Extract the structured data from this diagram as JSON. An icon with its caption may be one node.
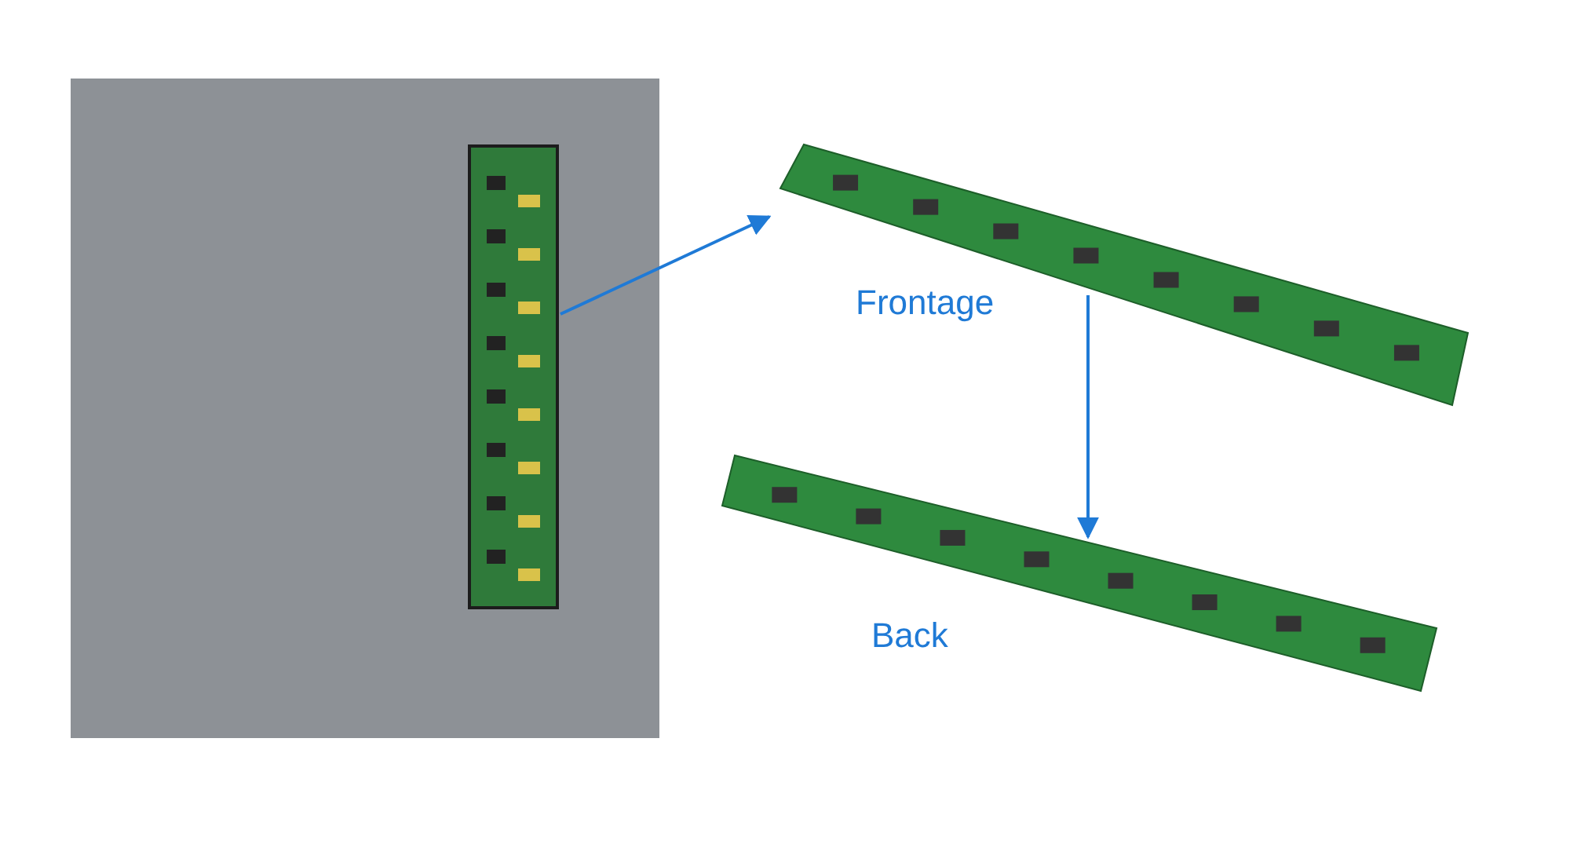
{
  "diagram": {
    "nodes": [
      {
        "text": [],
        "shape": "picture"
      },
      {
        "text": [],
        "shape": "picture",
        "in": 0
      },
      {
        "text": [],
        "shape": "picture",
        "beside": [
          "Frontage"
        ]
      },
      {
        "text": [],
        "shape": "picture",
        "beside": [
          "Back"
        ]
      }
    ],
    "edges": [
      {
        "from": 1,
        "to": 2,
        "arrow": "to"
      },
      {
        "from": 2,
        "to": 3,
        "arrow": "to"
      }
    ]
  }
}
